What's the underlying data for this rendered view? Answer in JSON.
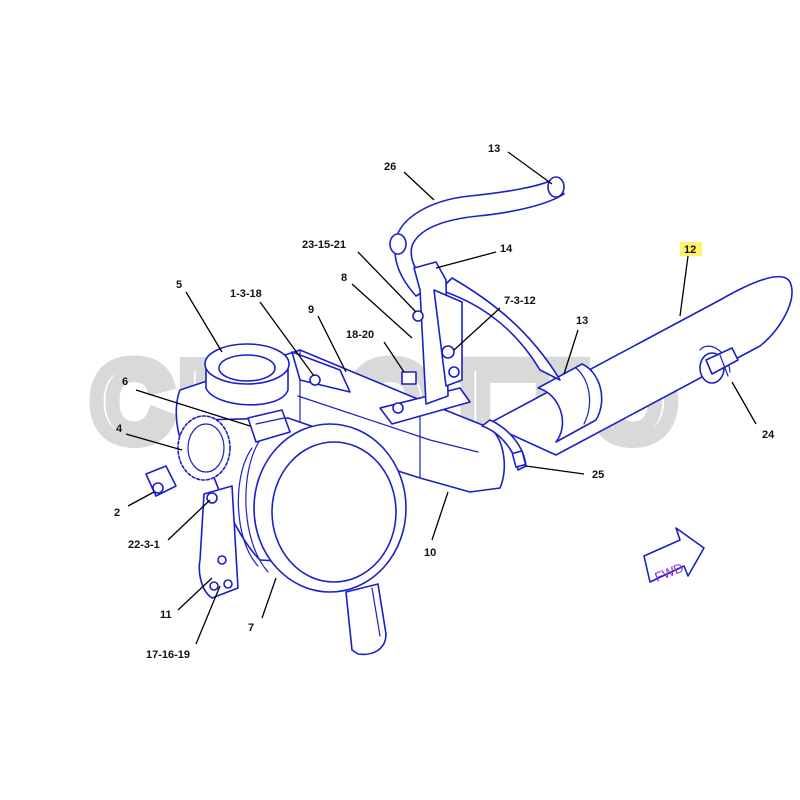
{
  "diagram": {
    "watermark": "CECOTTO",
    "direction_indicator": "FWD",
    "highlight_color": "#fff36b",
    "line_color": "#1a20c8",
    "labels": [
      {
        "id": "13a",
        "text": "13"
      },
      {
        "id": "26",
        "text": "26"
      },
      {
        "id": "12",
        "text": "12",
        "highlighted": true
      },
      {
        "id": "23-15-21",
        "text": "23-15-21"
      },
      {
        "id": "14",
        "text": "14"
      },
      {
        "id": "8",
        "text": "8"
      },
      {
        "id": "5",
        "text": "5"
      },
      {
        "id": "1-3-18",
        "text": "1-3-18"
      },
      {
        "id": "9",
        "text": "9"
      },
      {
        "id": "7-3-12",
        "text": "7-3-12"
      },
      {
        "id": "18-20",
        "text": "18-20"
      },
      {
        "id": "13b",
        "text": "13"
      },
      {
        "id": "6",
        "text": "6"
      },
      {
        "id": "4",
        "text": "4"
      },
      {
        "id": "24",
        "text": "24"
      },
      {
        "id": "25",
        "text": "25"
      },
      {
        "id": "2",
        "text": "2"
      },
      {
        "id": "22-3-1",
        "text": "22-3-1"
      },
      {
        "id": "10",
        "text": "10"
      },
      {
        "id": "11",
        "text": "11"
      },
      {
        "id": "7",
        "text": "7"
      },
      {
        "id": "17-16-19",
        "text": "17-16-19"
      }
    ]
  }
}
